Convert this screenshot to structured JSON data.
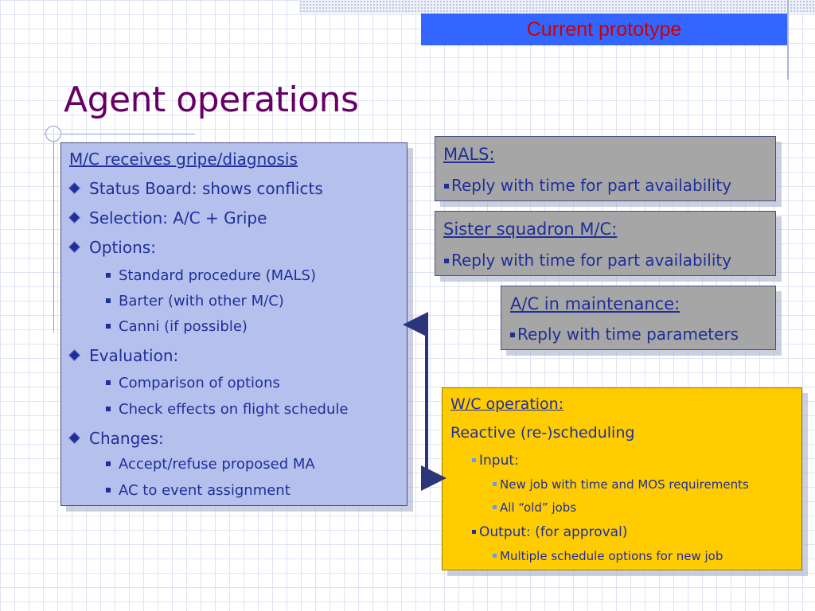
{
  "banner": {
    "text": "Current prototype"
  },
  "title": "Agent operations",
  "left_box": {
    "heading": "M/C receives gripe/diagnosis",
    "items": [
      {
        "label": "Status Board: shows conflicts"
      },
      {
        "label": "Selection: A/C + Gripe"
      },
      {
        "label": "Options:",
        "sub": [
          "Standard procedure (MALS)",
          "Barter (with other M/C)",
          "Canni (if possible)"
        ]
      },
      {
        "label": "Evaluation:",
        "sub": [
          "Comparison of options",
          "Check effects on flight schedule"
        ]
      },
      {
        "label": "Changes:",
        "sub": [
          "Accept/refuse proposed MA",
          "AC to event assignment"
        ]
      }
    ]
  },
  "mals_box": {
    "heading": "MALS:",
    "line": "Reply with time for part availability"
  },
  "sister_box": {
    "heading": "Sister squadron M/C:",
    "line": "Reply with time for part availability"
  },
  "ac_box": {
    "heading": "A/C in maintenance:",
    "line": "Reply with time parameters"
  },
  "wc_box": {
    "heading": "W/C operation:",
    "line": "Reactive (re-)scheduling",
    "input_label": "Input:",
    "input_sub": [
      "New job with time and MOS requirements",
      "All “old” jobs"
    ],
    "output_label": "Output: (for approval)",
    "output_sub": [
      "Multiple schedule options for new job"
    ]
  },
  "colors": {
    "title": "#660066",
    "banner_bg": "#3366ff",
    "banner_text": "#cc0000",
    "text_blue": "#1f2f99",
    "box_blue": "#b6c0ec",
    "box_gray": "#a6a6a6",
    "box_yellow": "#ffcc00"
  }
}
